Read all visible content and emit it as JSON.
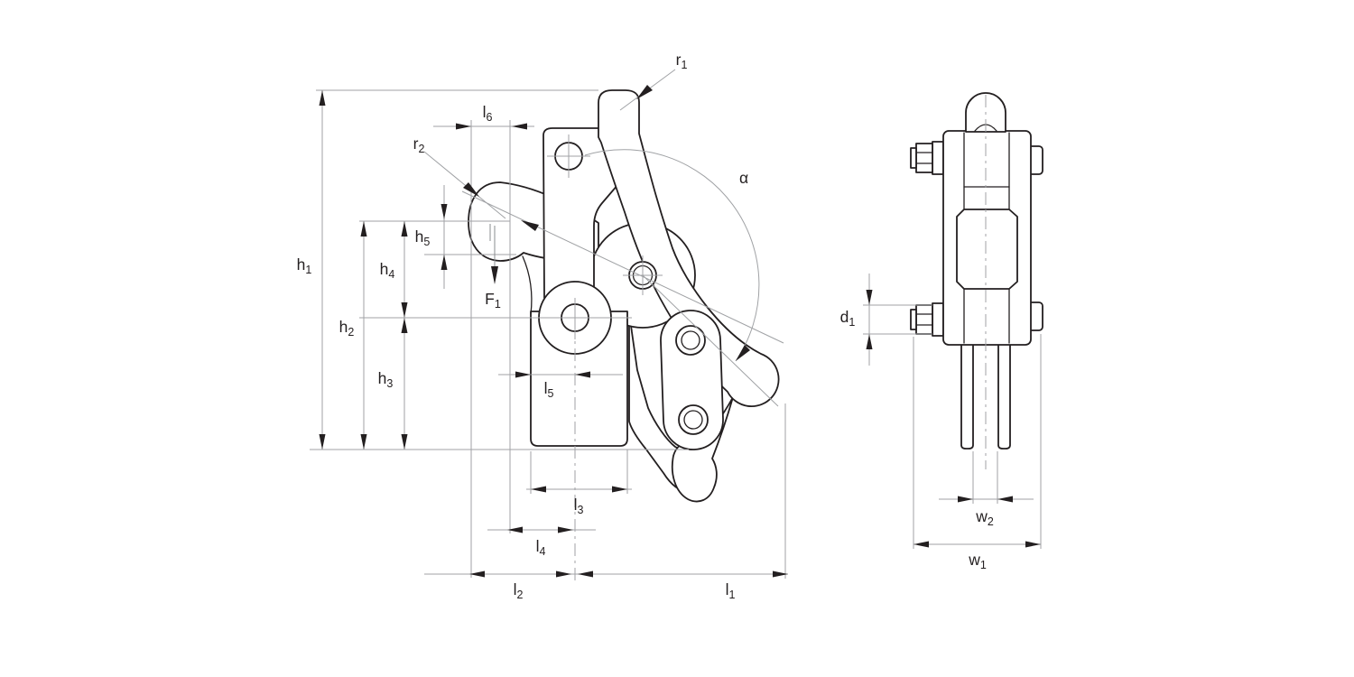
{
  "drawing": {
    "colors": {
      "outline": "#231f20",
      "dimension_lines": "#a0a2a5",
      "background": "#ffffff"
    },
    "views": {
      "front": "front-view",
      "side": "side-view"
    }
  },
  "labels": {
    "h1": {
      "base": "h",
      "sub": "1"
    },
    "h2": {
      "base": "h",
      "sub": "2"
    },
    "h3": {
      "base": "h",
      "sub": "3"
    },
    "h4": {
      "base": "h",
      "sub": "4"
    },
    "h5": {
      "base": "h",
      "sub": "5"
    },
    "l1": {
      "base": "l",
      "sub": "1"
    },
    "l2": {
      "base": "l",
      "sub": "2"
    },
    "l3": {
      "base": "l",
      "sub": "3"
    },
    "l4": {
      "base": "l",
      "sub": "4"
    },
    "l5": {
      "base": "l",
      "sub": "5"
    },
    "l6": {
      "base": "l",
      "sub": "6"
    },
    "r1": {
      "base": "r",
      "sub": "1"
    },
    "r2": {
      "base": "r",
      "sub": "2"
    },
    "F1": {
      "base": "F",
      "sub": "1"
    },
    "alpha": {
      "base": "α",
      "sub": ""
    },
    "d1": {
      "base": "d",
      "sub": "1"
    },
    "w1": {
      "base": "w",
      "sub": "1"
    },
    "w2": {
      "base": "w",
      "sub": "2"
    }
  }
}
